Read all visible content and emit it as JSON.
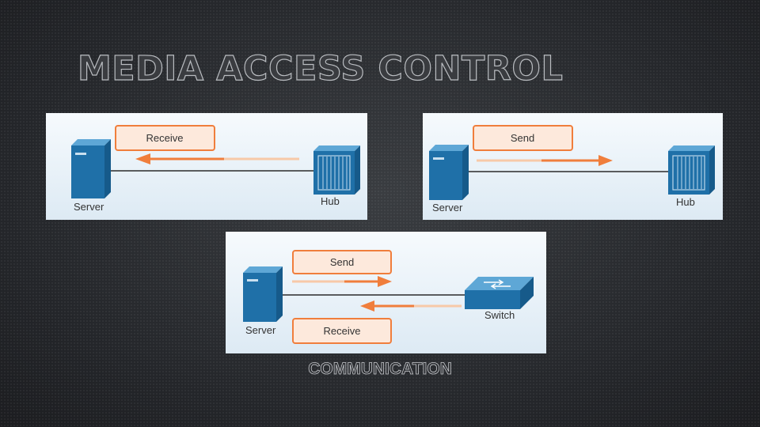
{
  "title": "MEDIA ACCESS CONTROL",
  "caption": "COMMUNICATION",
  "colors": {
    "accent_orange": "#f07e3c",
    "device_blue": "#1f70a8",
    "panel_bg": "#e8f1f8"
  },
  "panels": [
    {
      "action": "Receive",
      "left_device": "Server",
      "right_device": "Hub"
    },
    {
      "action": "Send",
      "left_device": "Server",
      "right_device": "Hub"
    },
    {
      "action_top": "Send",
      "action_bottom": "Receive",
      "left_device": "Server",
      "right_device": "Switch"
    }
  ]
}
